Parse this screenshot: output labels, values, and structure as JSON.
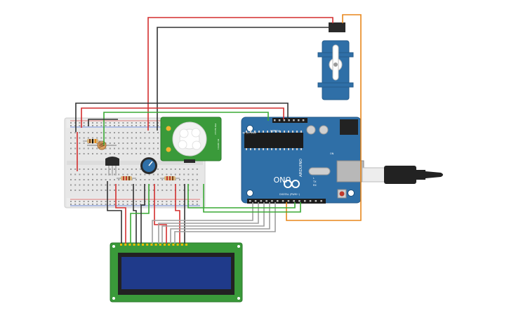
{
  "arduino": {
    "brand": "ARDUINO",
    "model": "UNO",
    "power_label": "POWER",
    "analog_label": "ANALOG IN",
    "digital_label": "DIGITAL (PWM~)",
    "tx": "TX",
    "rx": "RX",
    "l": "L",
    "on": "ON"
  },
  "pir": {
    "label_a": "PIR Sensor",
    "label_b": "HC-SR501"
  },
  "colors": {
    "wire_red": "#d32f2f",
    "wire_black": "#333333",
    "wire_green": "#3aaa35",
    "wire_grey": "#9e9e9e",
    "wire_orange": "#e8861a",
    "board_blue": "#2f6fa7",
    "pcb_green": "#3a9a3a",
    "lcd_screen": "#1f3a8a"
  }
}
